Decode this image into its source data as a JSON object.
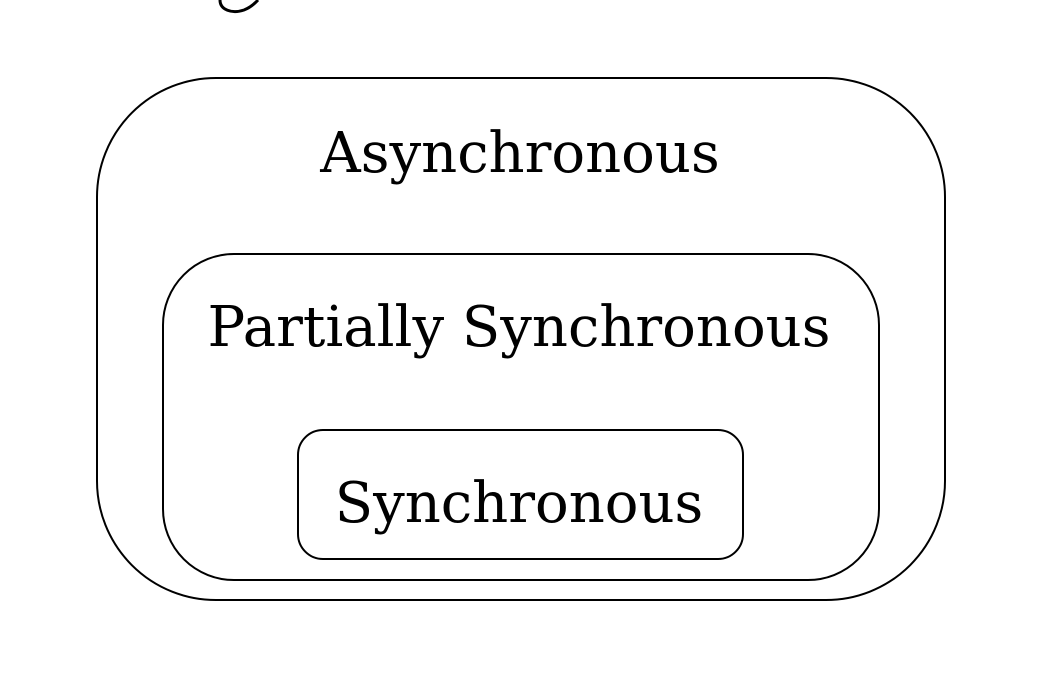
{
  "diagram": {
    "levels": [
      {
        "label": "Asynchronous"
      },
      {
        "label": "Partially Synchronous"
      },
      {
        "label": "Synchronous"
      }
    ],
    "colors": {
      "background": "#ffffff",
      "stroke": "#000000",
      "text": "#000000"
    }
  }
}
